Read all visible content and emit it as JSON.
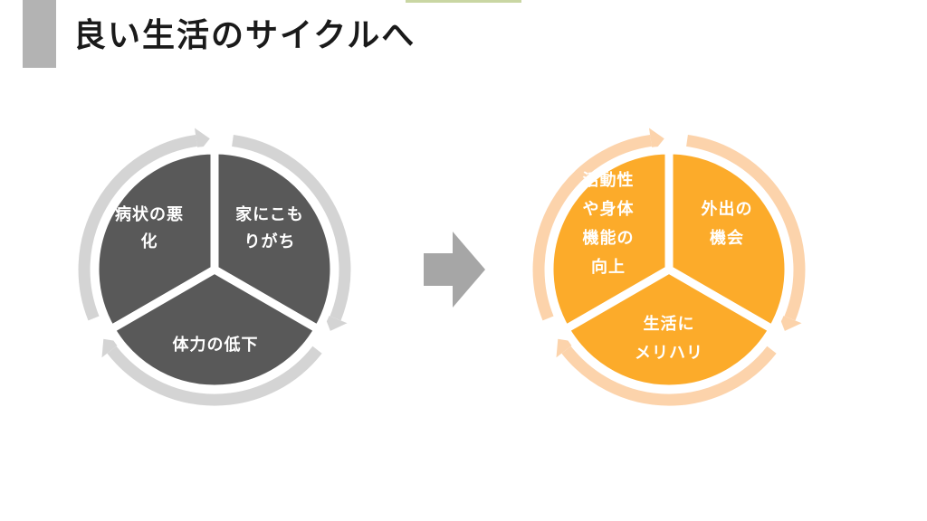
{
  "title": "良い生活のサイクルへ",
  "colors": {
    "title_bar": "#b3b3b3",
    "left_fill": "#595959",
    "left_arrow": "#d4d4d4",
    "right_fill": "#fcab2a",
    "right_arrow": "#fcd3ab",
    "transition_arrow": "#a6a6a6"
  },
  "left_cycle": {
    "segments": [
      {
        "name": "top-left",
        "lines": [
          "病状の悪",
          "化"
        ]
      },
      {
        "name": "top-right",
        "lines": [
          "家にこも",
          "りがち"
        ]
      },
      {
        "name": "bottom",
        "lines": [
          "体力の低下"
        ]
      }
    ]
  },
  "right_cycle": {
    "segments": [
      {
        "name": "top-left",
        "lines": [
          "活動性",
          "や身体",
          "機能の",
          "向上"
        ]
      },
      {
        "name": "top-right",
        "lines": [
          "外出の",
          "機会"
        ]
      },
      {
        "name": "bottom",
        "lines": [
          "生活に",
          "",
          "メリハリ"
        ]
      }
    ]
  },
  "transition_icon": "right-arrow-icon"
}
